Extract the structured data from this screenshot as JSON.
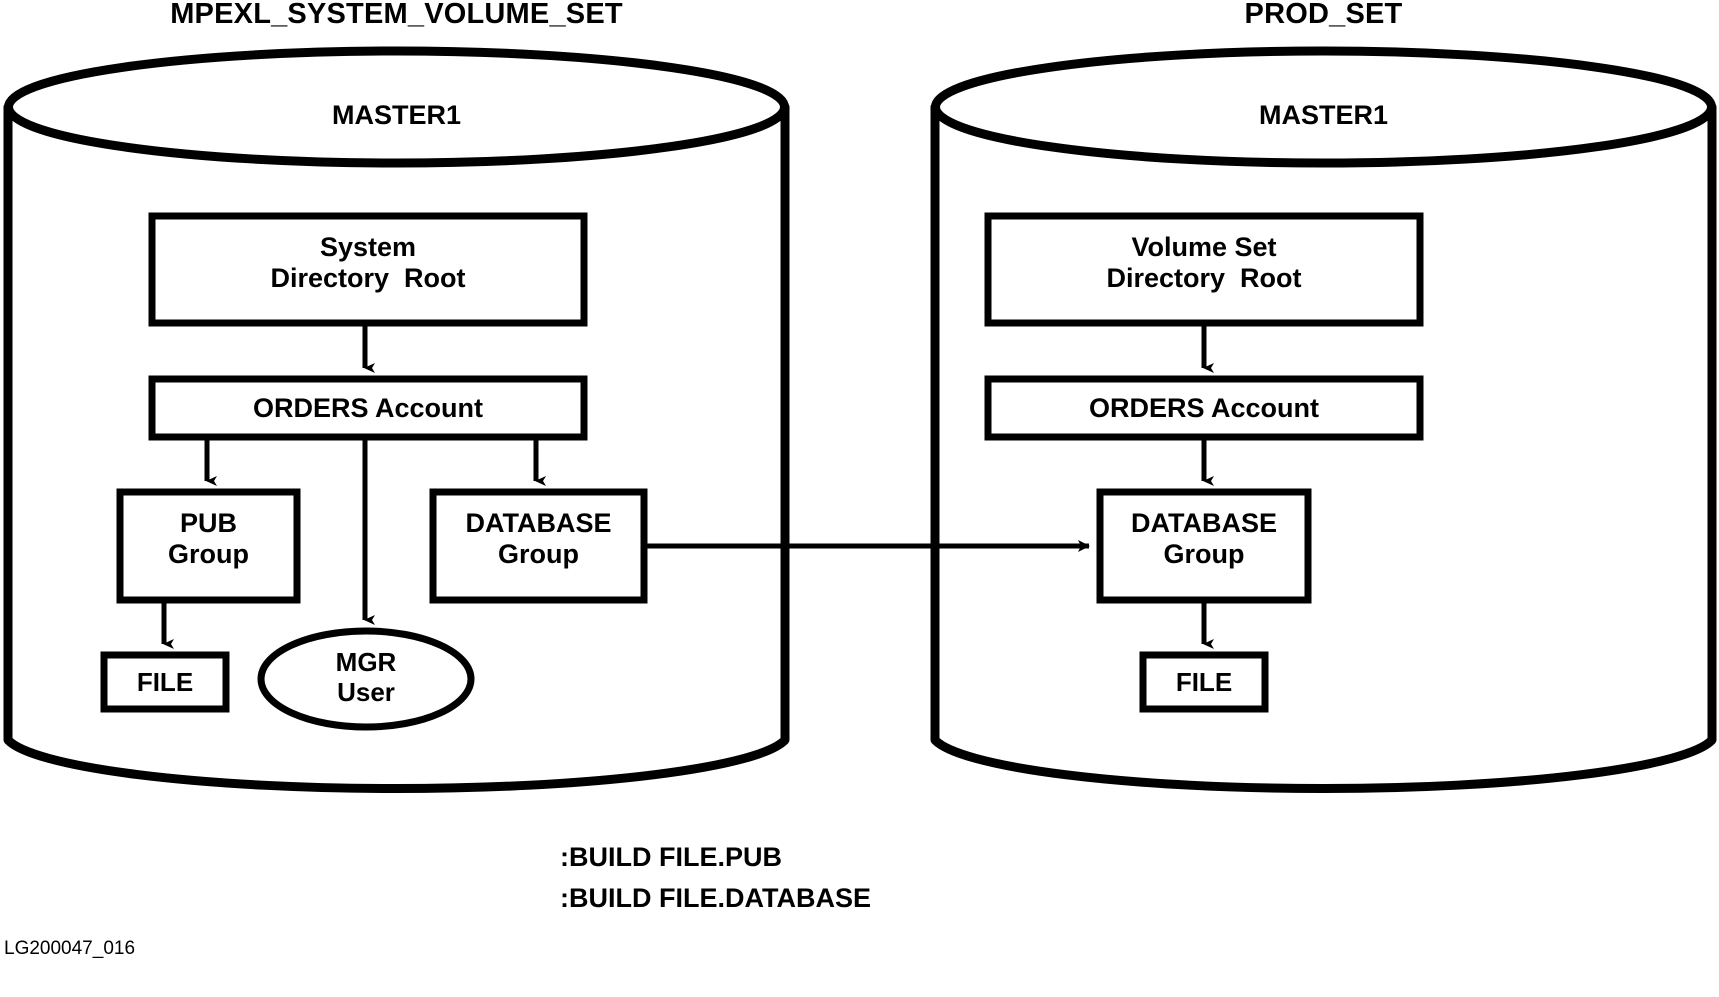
{
  "figure": {
    "id_label": "LG200047_016"
  },
  "volume_sets": [
    {
      "name": "MPEXL_SYSTEM_VOLUME_SET",
      "master_label": "MASTER1",
      "nodes": {
        "root": "System\nDirectory  Root",
        "account": "ORDERS Account",
        "pub_group": "PUB\nGroup",
        "database_group": "DATABASE\nGroup",
        "file": "FILE",
        "user": "MGR\nUser"
      }
    },
    {
      "name": "PROD_SET",
      "master_label": "MASTER1",
      "nodes": {
        "root": "Volume Set\nDirectory  Root",
        "account": "ORDERS Account",
        "database_group": "DATABASE\nGroup",
        "file": "FILE"
      }
    }
  ],
  "commands": [
    ":BUILD FILE.PUB",
    ":BUILD FILE.DATABASE"
  ],
  "colors": {
    "stroke": "#000000",
    "background": "#ffffff"
  }
}
